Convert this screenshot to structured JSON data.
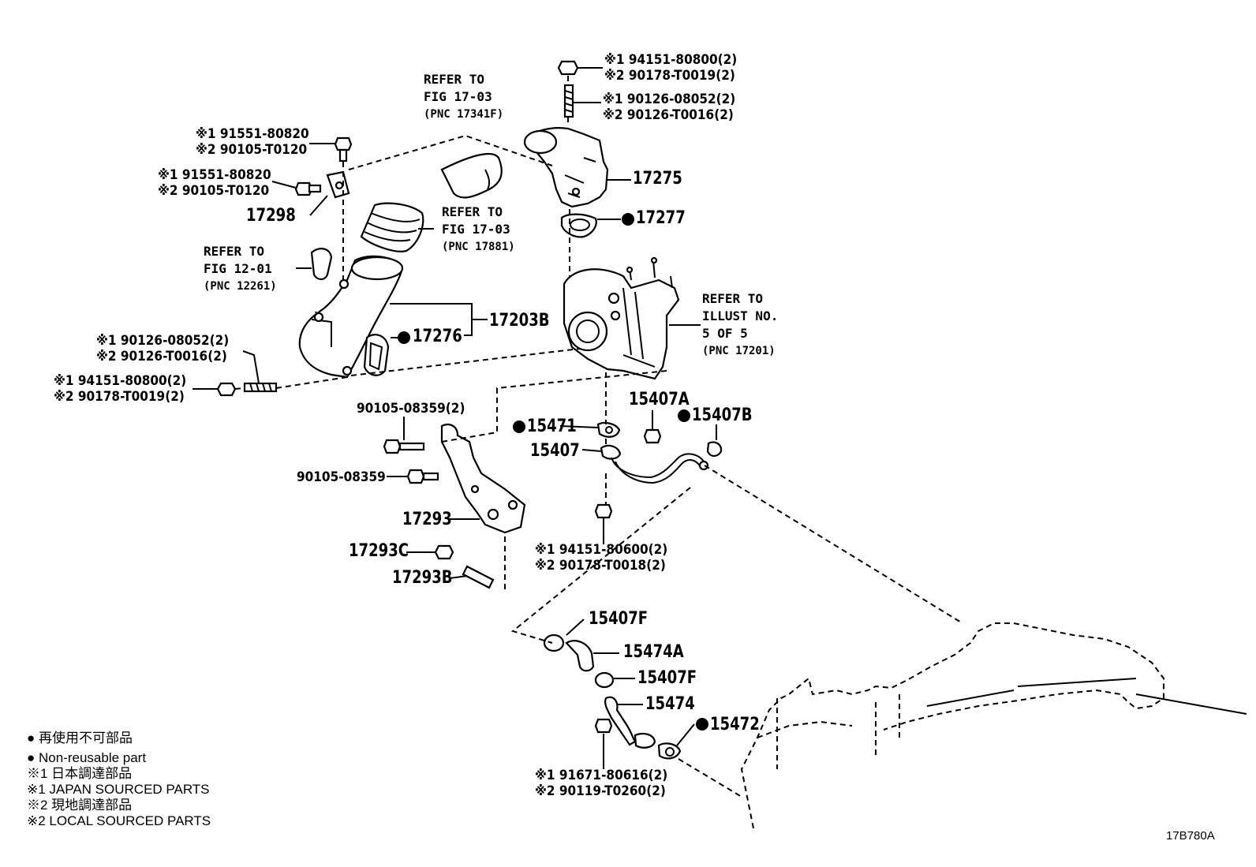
{
  "refs": {
    "top_hose": [
      "REFER TO",
      "FIG 17-03",
      "(PNC 17341F)"
    ],
    "intake_hose": [
      "REFER TO",
      "FIG 17-03",
      "(PNC 17881)"
    ],
    "pipe": [
      "REFER TO",
      "FIG 12-01",
      "(PNC 12261)"
    ],
    "turbo": [
      "REFER TO",
      "ILLUST NO.",
      "5 OF 5",
      "(PNC 17201)"
    ]
  },
  "parts": {
    "p17275": "17275",
    "p17277": "17277",
    "p17298": "17298",
    "p17203B": "17203B",
    "p17276": "17276",
    "p15407A": "15407A",
    "p15407B": "15407B",
    "p15471": "15471",
    "p15407": "15407",
    "p17293": "17293",
    "p17293C": "17293C",
    "p17293B": "17293B",
    "p15407F_a": "15407F",
    "p15474A": "15474A",
    "p15407F_b": "15407F",
    "p15474": "15474",
    "p15472": "15472",
    "bolt_a": "90105-08359(2)",
    "bolt_b": "90105-08359"
  },
  "notes": {
    "nut_top": [
      "※1 94151-80800(2)",
      "※2 90178-T0019(2)"
    ],
    "stud_top": [
      "※1 90126-08052(2)",
      "※2 90126-T0016(2)"
    ],
    "bolt_top": [
      "※1 91551-80820",
      "※2 90105-T0120"
    ],
    "bolt_mid": [
      "※1 91551-80820",
      "※2 90105-T0120"
    ],
    "stud_left": [
      "※1 90126-08052(2)",
      "※2 90126-T0016(2)"
    ],
    "nut_left": [
      "※1 94151-80800(2)",
      "※2 90178-T0019(2)"
    ],
    "nut_center": [
      "※1 94151-80600(2)",
      "※2 90178-T0018(2)"
    ],
    "bolt_bottom": [
      "※1 91671-80616(2)",
      "※2 90119-T0260(2)"
    ]
  },
  "legend": [
    "● 再使用不可部品",
    "● Non-reusable part",
    "※1  日本調達部品",
    "※1  JAPAN SOURCED PARTS",
    "※2  現地調達部品",
    "※2  LOCAL SOURCED PARTS"
  ],
  "figure_code": "17B780A"
}
